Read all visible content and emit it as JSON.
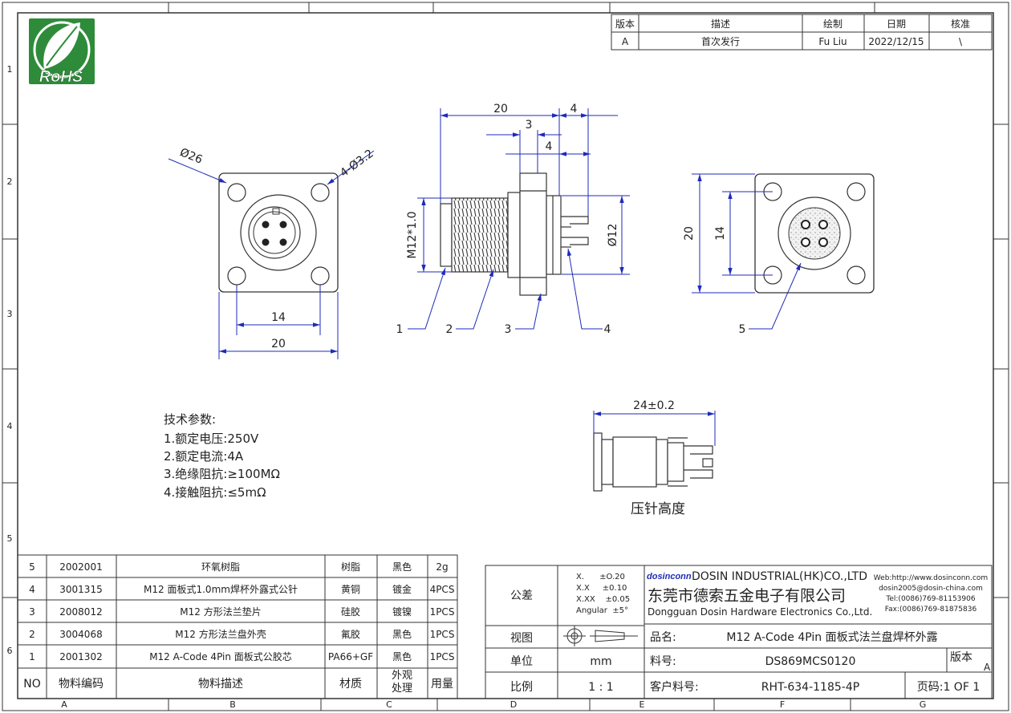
{
  "frame": {
    "top_letters": [
      "A",
      "B",
      "C",
      "D",
      "E",
      "F",
      "G"
    ],
    "side_numbers": [
      "1",
      "2",
      "3",
      "4",
      "5",
      "6"
    ]
  },
  "rohs": {
    "label": "RoHS"
  },
  "revision_table": {
    "headers": [
      "版本",
      "描述",
      "绘制",
      "日期",
      "核准"
    ],
    "row": [
      "A",
      "首次发行",
      "Fu Liu",
      "2022/12/15",
      "\\"
    ]
  },
  "front_view": {
    "dim_dia26": "Ø26",
    "dim_holes": "4-Ø3.2",
    "dim_14": "14",
    "dim_20": "20"
  },
  "side_view": {
    "dim_20": "20",
    "dim_4_top": "4",
    "dim_3": "3",
    "dim_4_mid": "4",
    "dim_thread": "M12*1.0",
    "dim_dia12": "Ø12",
    "callouts": [
      "1",
      "2",
      "3",
      "4"
    ]
  },
  "rear_view": {
    "dim_20": "20",
    "dim_14": "14",
    "callout": "5"
  },
  "pin_view": {
    "dim": "24±0.2",
    "caption": "压针高度"
  },
  "tech_params": {
    "title": "技术参数:",
    "items": [
      "1.额定电压:250V",
      "2.额定电流:4A",
      "3.绝缘阻抗:≥100MΩ",
      "4.接触阻抗:≤5mΩ"
    ]
  },
  "bom": {
    "headers": [
      "NO",
      "物料编码",
      "物料描述",
      "材质",
      "外观\n处理",
      "用量"
    ],
    "rows": [
      [
        "5",
        "2002001",
        "环氧树脂",
        "树脂",
        "黑色",
        "2g"
      ],
      [
        "4",
        "3001315",
        "M12 面板式1.0mm焊杯外露式公针",
        "黄铜",
        "镀金",
        "4PCS"
      ],
      [
        "3",
        "2008012",
        "M12 方形法兰垫片",
        "硅胶",
        "镀镍",
        "1PCS"
      ],
      [
        "2",
        "3004068",
        "M12 方形法兰盘外壳",
        "氟胶",
        "黑色",
        "1PCS"
      ],
      [
        "1",
        "2001302",
        "M12 A-Code 4Pin 面板式公胶芯",
        "PA66+GF",
        "黑色",
        "1PCS"
      ]
    ]
  },
  "title_block": {
    "tolerance_label": "公差",
    "tolerances": [
      "X.      ±O.20",
      "X.X     ±0.10",
      "X.XX    ±0.05",
      "Angular  ±5°"
    ],
    "view_label": "视图",
    "unit_label": "单位",
    "unit_value": "mm",
    "scale_label": "比例",
    "scale_value": "1 : 1",
    "logo_text": "dosinconn",
    "company_en_top": "DOSIN INDUSTRIAL(HK)CO.,LTD",
    "company_cn": "东莞市德索五金电子有限公司",
    "company_en": "Dongguan Dosin Hardware Electronics Co.,Ltd.",
    "web": "Web:http://www.dosinconn.com",
    "email": "dosin2005@dosin-china.com",
    "tel": "Tel:(0086)769-81153906",
    "fax": "Fax:(0086)769-81875836",
    "name_label": "品名:",
    "name_value": "M12 A-Code 4Pin 面板式法兰盘焊杯外露",
    "part_label": "料号:",
    "part_value": "DS869MCS0120",
    "rev_label": "版本",
    "rev_value": "A",
    "cust_label": "客户料号:",
    "cust_value": "RHT-634-1185-4P",
    "page_label": "页码:1 OF 1"
  }
}
